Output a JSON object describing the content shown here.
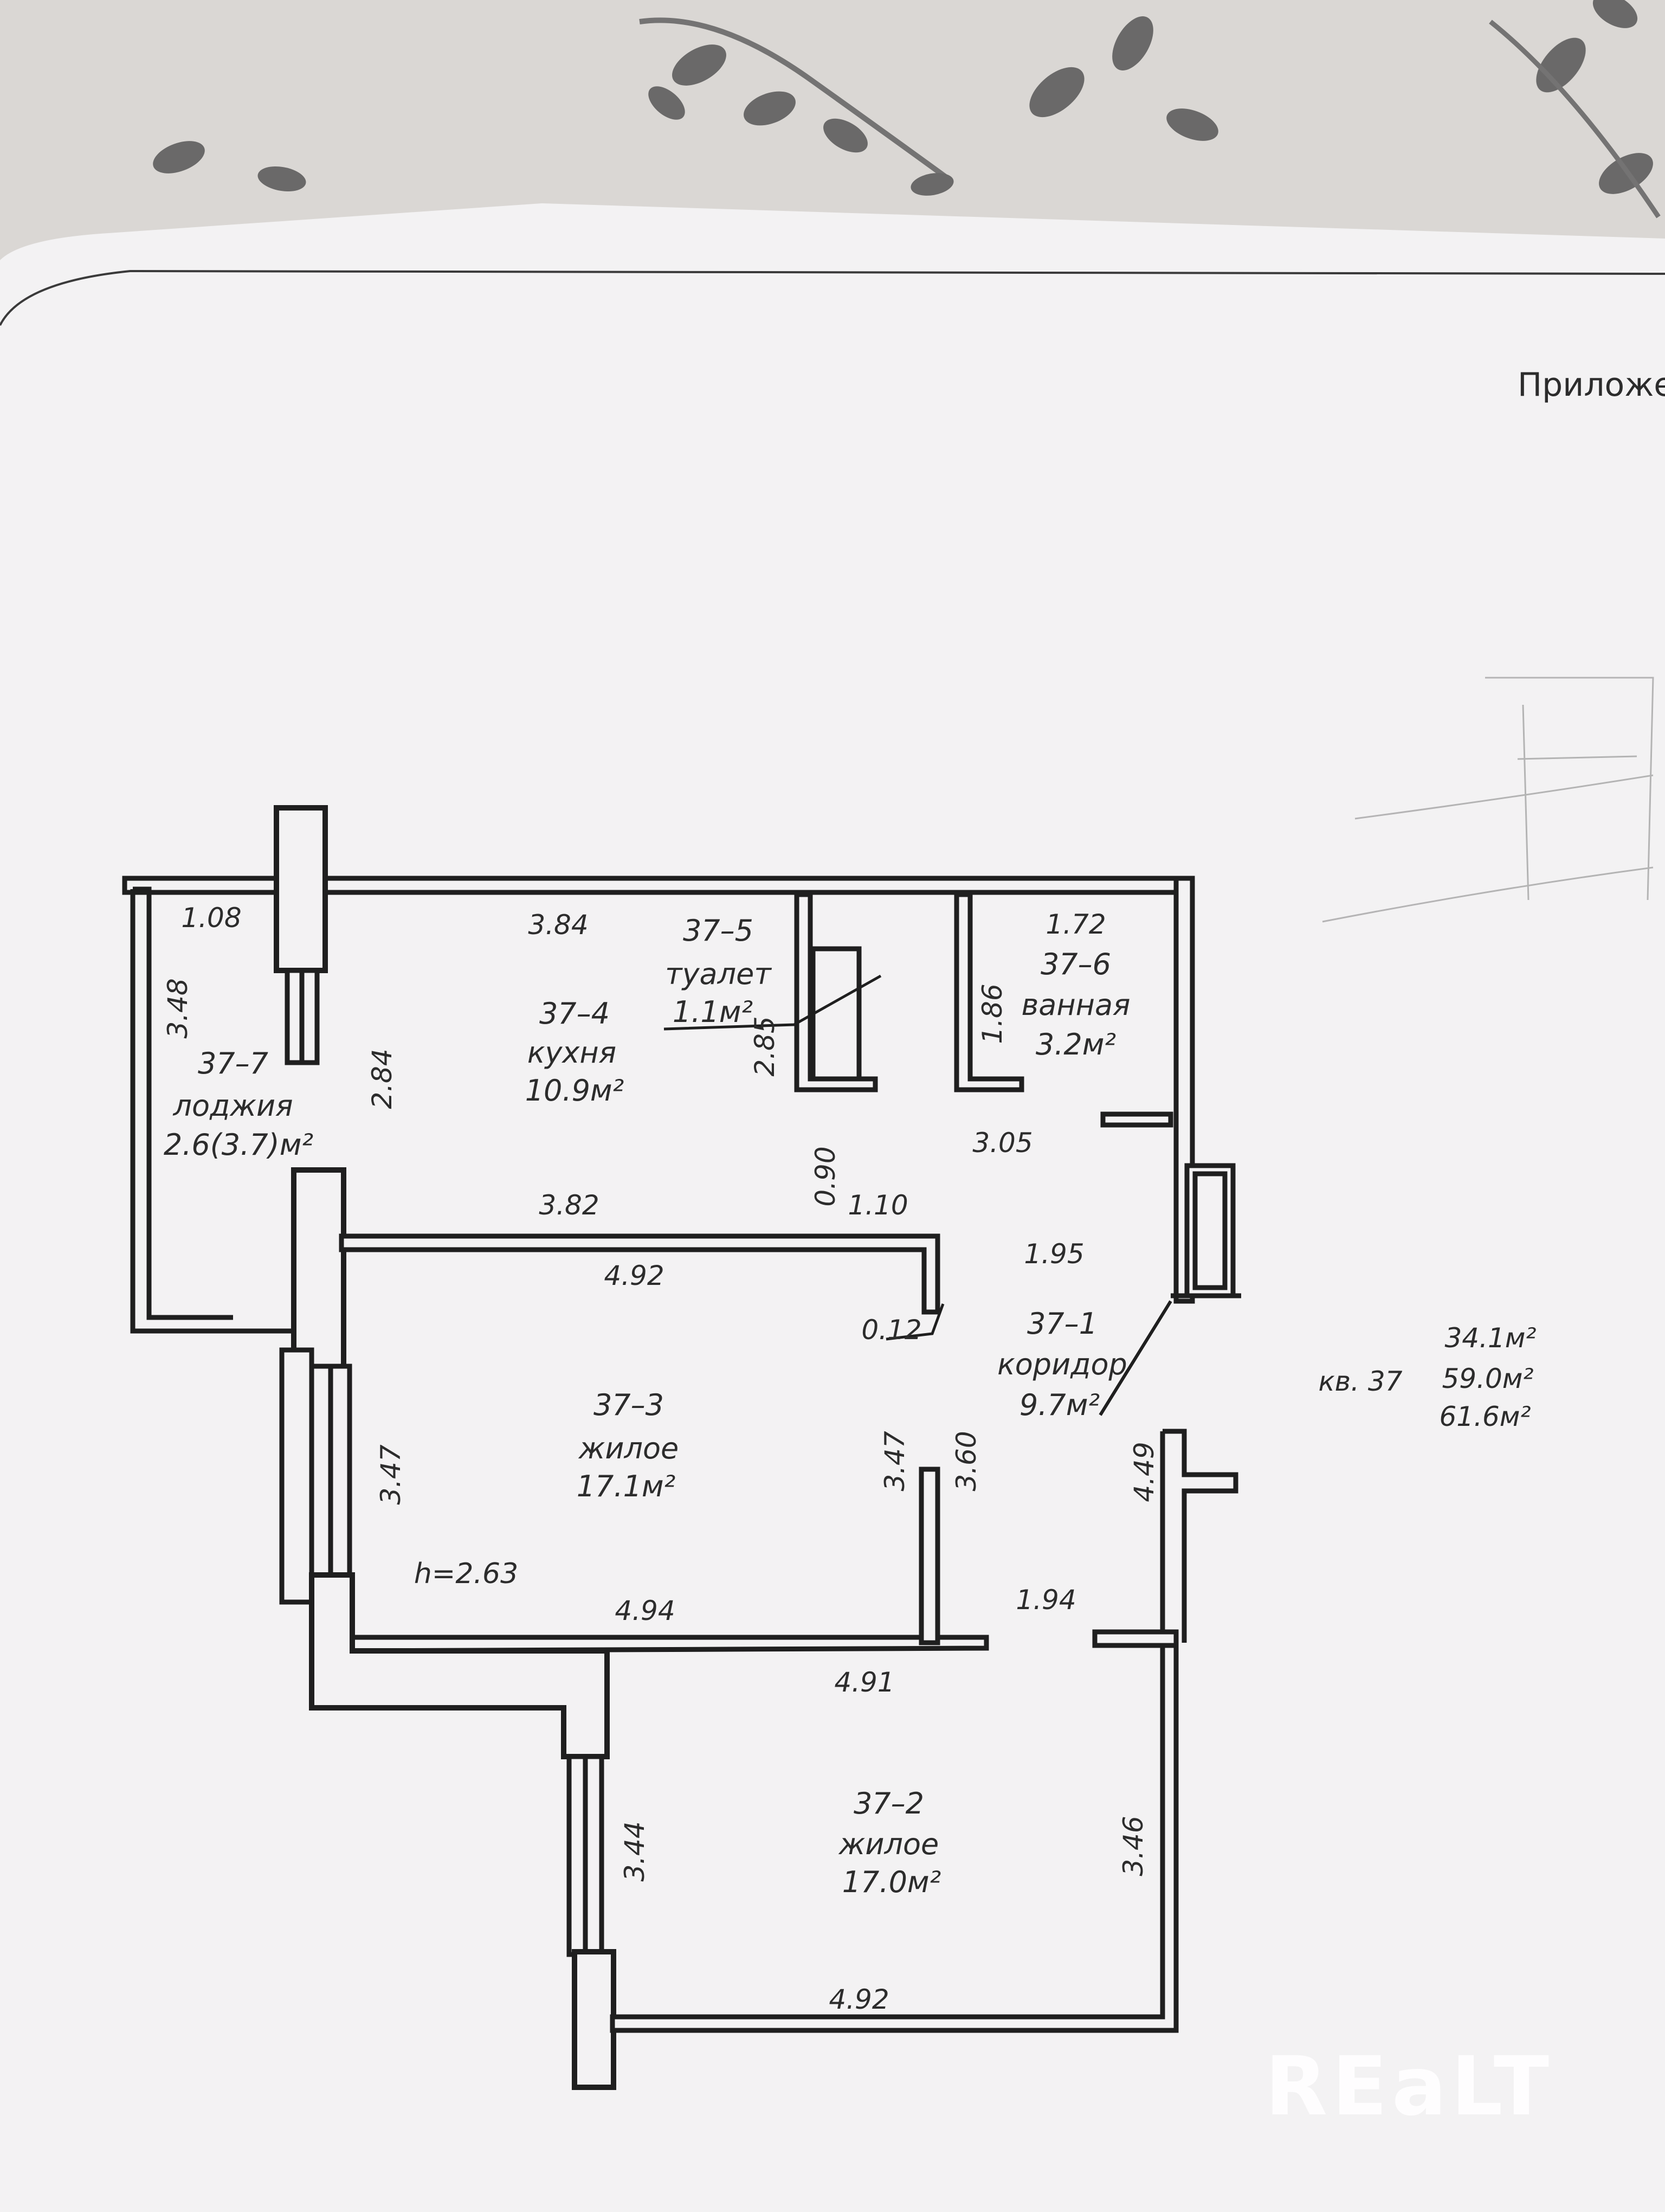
{
  "header": {
    "annex_label": "Приложе"
  },
  "rooms": {
    "r1": {
      "number": "37–1",
      "name": "коридор",
      "area": "9.7м²"
    },
    "r2": {
      "number": "37–2",
      "name": "жилое",
      "area": "17.0м²"
    },
    "r3": {
      "number": "37–3",
      "name": "жилое",
      "area": "17.1м²"
    },
    "r4": {
      "number": "37–4",
      "name": "кухня",
      "area": "10.9м²"
    },
    "r5": {
      "number": "37–5",
      "name": "туалет",
      "area": "1.1м²"
    },
    "r6": {
      "number": "37–6",
      "name": "ванная",
      "area": "3.2м²"
    },
    "r7": {
      "number": "37–7",
      "name": "лоджия",
      "area": "2.6(3.7)м²"
    }
  },
  "dimensions": {
    "d1": "1.08",
    "d2": "3.84",
    "d3": "1.72",
    "d4": "3.48",
    "d5": "2.84",
    "d6": "1.86",
    "d7": "2.85",
    "d8": "3.05",
    "d9": "0.90",
    "d10": "1.10",
    "d11": "3.82",
    "d12": "1.95",
    "d13": "4.92",
    "d14": "0.12",
    "d15": "3.47",
    "d16": "3.47",
    "d17": "3.60",
    "d18": "4.49",
    "d19": "4.94",
    "d20": "1.94",
    "d21": "4.91",
    "d22": "3.44",
    "d23": "3.46",
    "d24": "4.92"
  },
  "ceiling_height": "h=2.63",
  "summary": {
    "apartment": "кв. 37",
    "living_area": "34.1м²",
    "total_area": "59.0м²",
    "total_with_loggia": "61.6м²"
  },
  "watermark": "REaLT",
  "colors": {
    "paper": "#f4f3f4",
    "ink": "#1f1f1f",
    "wallpaper": "#d9d6d3",
    "leaf": "#4e4e4e"
  }
}
